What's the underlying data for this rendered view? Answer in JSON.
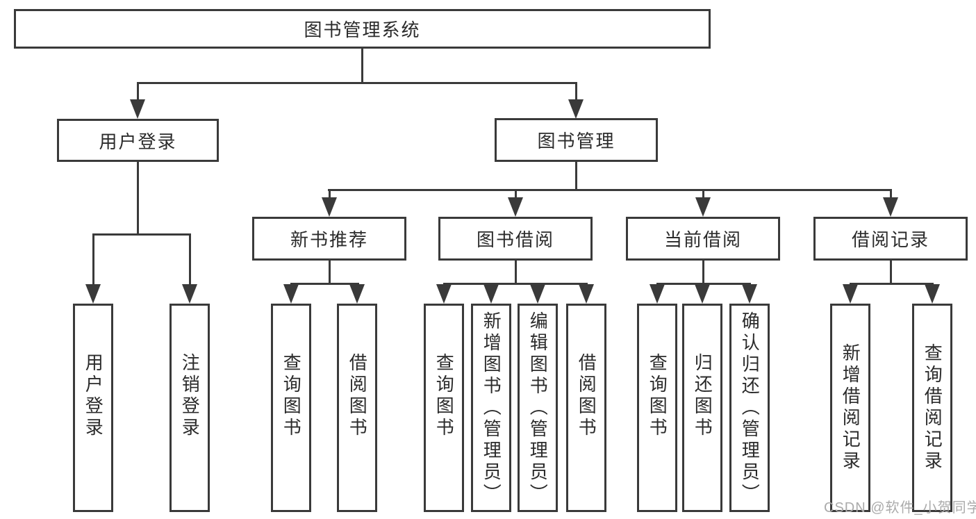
{
  "diagram_title": "图书管理系统",
  "colors": {
    "line": "#3a3a3a",
    "text": "#2b2b2b",
    "background": "#ffffff",
    "watermark": "#ababab"
  },
  "watermark": {
    "text": "CSDN @软件_小贺同学"
  },
  "nodes": {
    "root": {
      "label": "图书管理系统"
    },
    "branches": [
      {
        "label": "用户登录",
        "children": [
          {
            "label": "用户登录"
          },
          {
            "label": "注销登录"
          }
        ]
      },
      {
        "label": "图书管理",
        "children": [
          {
            "label": "新书推荐",
            "children": [
              {
                "label": "查询图书"
              },
              {
                "label": "借阅图书"
              }
            ]
          },
          {
            "label": "图书借阅",
            "children": [
              {
                "label": "查询图书"
              },
              {
                "label": "新增图书（管理员）"
              },
              {
                "label": "编辑图书（管理员）"
              },
              {
                "label": "借阅图书"
              }
            ]
          },
          {
            "label": "当前借阅",
            "children": [
              {
                "label": "查询图书"
              },
              {
                "label": "归还图书"
              },
              {
                "label": "确认归还（管理员）"
              }
            ]
          },
          {
            "label": "借阅记录",
            "children": [
              {
                "label": "新增借阅记录"
              },
              {
                "label": "查询借阅记录"
              }
            ]
          }
        ]
      }
    ]
  }
}
